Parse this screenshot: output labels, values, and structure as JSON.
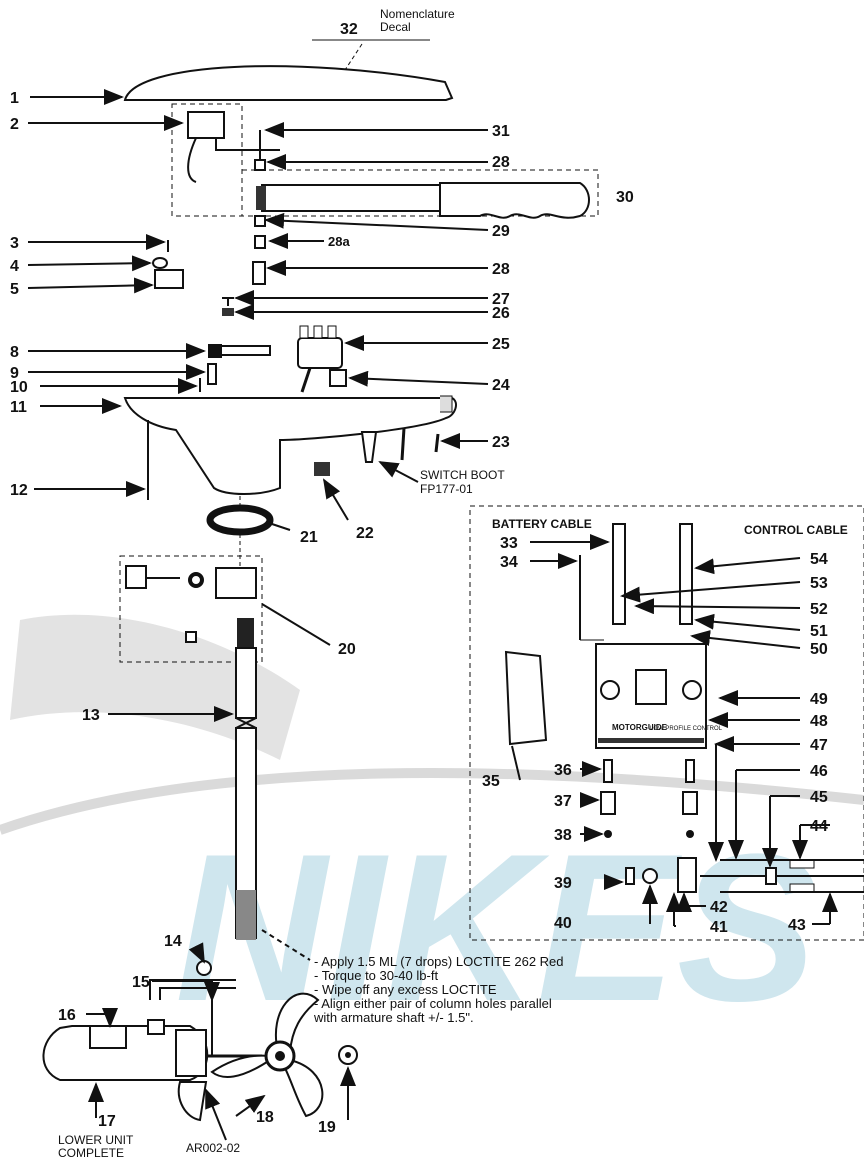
{
  "diagram": {
    "watermark": "NIKES",
    "decal": {
      "num": "32",
      "line1": "Nomenclature",
      "line2": "Decal"
    },
    "labels": {
      "n1": "1",
      "n2": "2",
      "n3": "3",
      "n4": "4",
      "n5": "5",
      "n8": "8",
      "n9": "9",
      "n10": "10",
      "n11": "11",
      "n12": "12",
      "n13": "13",
      "n14": "14",
      "n15": "15",
      "n16": "16",
      "n17": "17",
      "n18": "18",
      "n19": "19",
      "n20": "20",
      "n21": "21",
      "n22": "22",
      "n23": "23",
      "n24": "24",
      "n25": "25",
      "n26": "26",
      "n27": "27",
      "n28": "28",
      "n28b": "28",
      "n28a": "28a",
      "n29": "29",
      "n30": "30",
      "n31": "31",
      "n33": "33",
      "n34": "34",
      "n35": "35",
      "n36": "36",
      "n37": "37",
      "n38": "38",
      "n39": "39",
      "n40": "40",
      "n41": "41",
      "n42": "42",
      "n43": "43",
      "n44": "44",
      "n45": "45",
      "n46": "46",
      "n47": "47",
      "n48": "48",
      "n49": "49",
      "n50": "50",
      "n51": "51",
      "n52": "52",
      "n53": "53",
      "n54": "54"
    },
    "switch_boot": {
      "line1": "SWITCH BOOT",
      "line2": "FP177-01"
    },
    "battery_cable": "BATTERY CABLE",
    "control_cable": "CONTROL CABLE",
    "panel_text": {
      "brand": "MOTORGUIDE",
      "model": "LOW PROFILE CONTROL"
    },
    "lower_unit": {
      "line1": "LOWER UNIT",
      "line2": "COMPLETE"
    },
    "ar_part": "AR002-02",
    "notes": [
      "- Apply 1.5 ML (7 drops) LOCTITE 262 Red",
      "- Torque to 30-40 lb-ft",
      "- Wipe off any excess LOCTITE",
      "- Align either pair of column holes parallel",
      "with armature shaft +/- 1.5\"."
    ]
  }
}
